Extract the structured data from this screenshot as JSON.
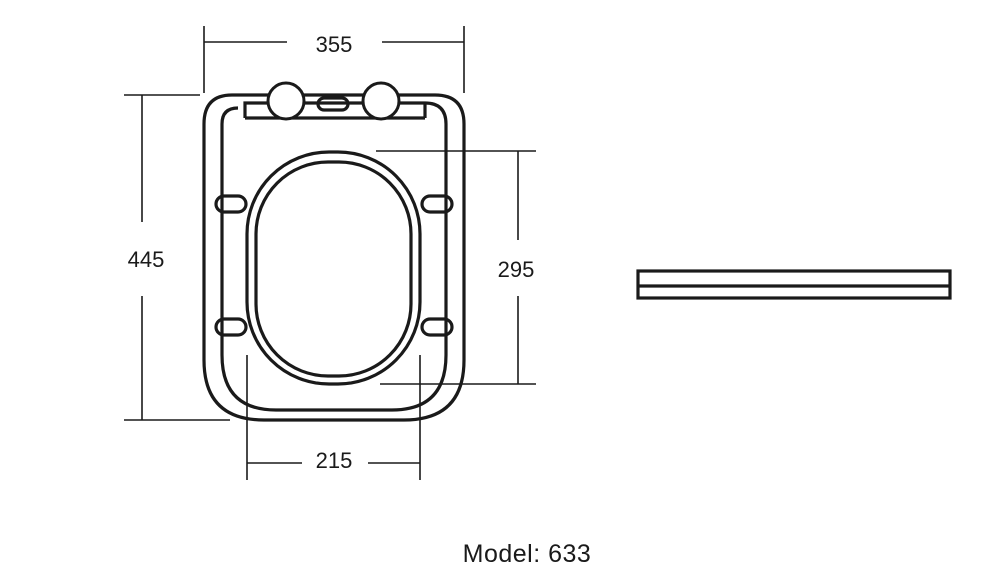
{
  "dimensions": {
    "width": "355",
    "height": "445",
    "inner_height": "295",
    "inner_width": "215"
  },
  "model_label": "Model: 633"
}
